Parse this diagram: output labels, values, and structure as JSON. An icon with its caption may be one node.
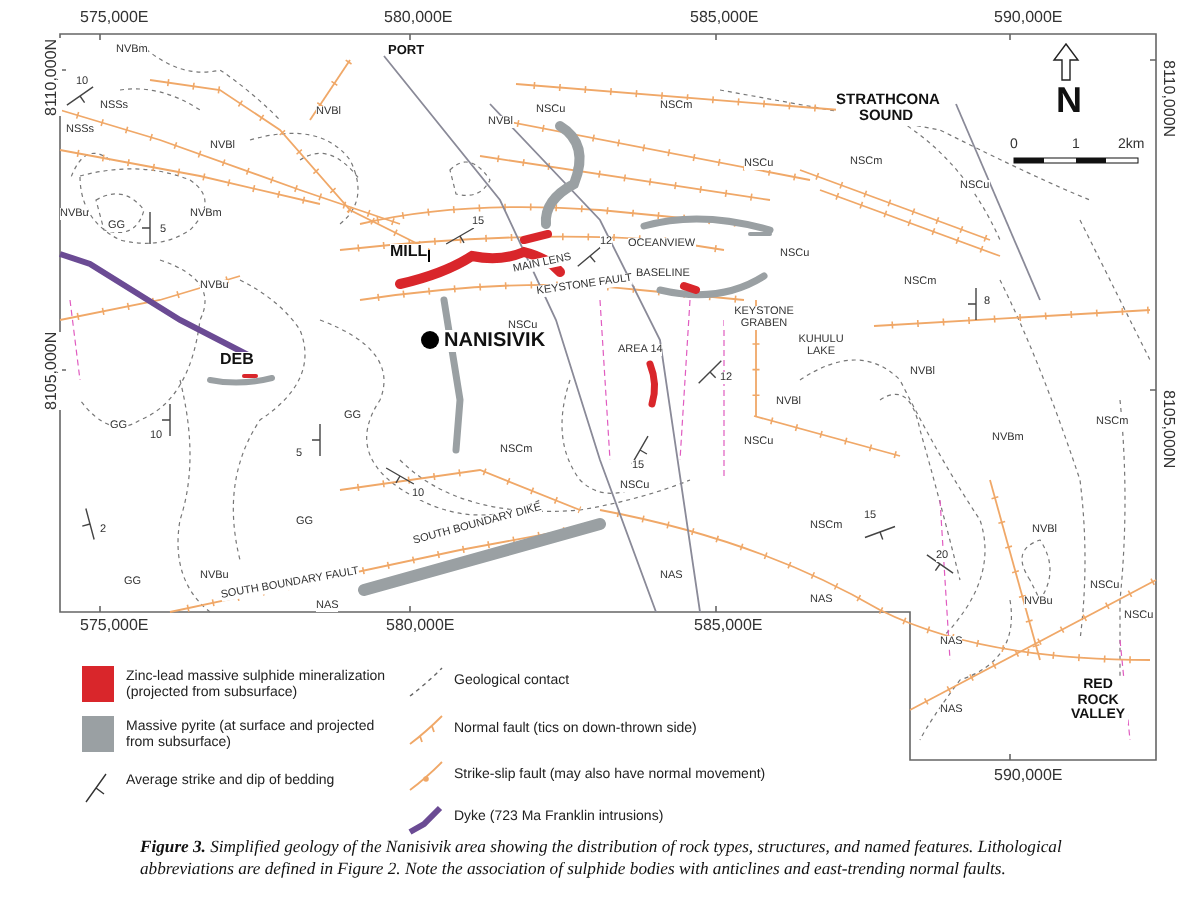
{
  "diagram": {
    "caption": "**Figure 3.** Simplified geology of the Nanisivik area showing the distribution of rock types, structures, and named features. Lithological abbreviations are defined in Figure 2. Note the association of sulphide bodies with anticlines and east-trending normal faults.",
    "labels": [
      "575,000E",
      "580,000E",
      "585,000E",
      "590,000E",
      "8110,000N",
      "8110,000N",
      "8105,000N",
      "8105,000N",
      "575,000E",
      "580,000E",
      "585,000E",
      "590,000E",
      "PORT",
      "STRATHCONA SOUND",
      "N",
      "0",
      "1",
      "2km",
      "MILL",
      "NANISIVIK",
      "DEB",
      "MAIN LENS",
      "KEYSTONE FAULT",
      "OCEANVIEW",
      "BASELINE",
      "KEYSTONE GRABEN",
      "KUHULU LAKE",
      "AREA 14",
      "SOUTH BOUNDARY DIKE",
      "SOUTH BOUNDARY FAULT",
      "RED ROCK VALLEY",
      "NVBm",
      "NSSs",
      "NSSs",
      "NVBl",
      "NVBu",
      "GG",
      "NVBm",
      "NVBl",
      "NVBl",
      "NSCu",
      "NSCm",
      "NSCu",
      "NSCm",
      "NSCu",
      "NSCu",
      "NSCm",
      "NVBl",
      "NVBl",
      "NSCu",
      "NSCu",
      "NSCm",
      "NVBl",
      "NSCm",
      "NVBm",
      "GG",
      "GG",
      "GG",
      "GG",
      "NVBu",
      "NAS",
      "NAS",
      "NAS",
      "NAS",
      "NAS",
      "NSCu",
      "NSCu",
      "NVBu",
      "NSCm",
      "NVBu",
      "NSCu",
      "10",
      "5",
      "10",
      "5",
      "2",
      "10",
      "15",
      "12",
      "15",
      "12",
      "15",
      "20",
      "8"
    ],
    "legend": [
      {
        "text": "Zinc-lead massive sulphide mineralization (projected from subsurface)",
        "color": "#d9262b"
      },
      {
        "text": "Massive pyrite (at surface and projected from subsurface)",
        "color": "#9aa0a3"
      },
      {
        "text": "Average strike and dip of bedding"
      },
      {
        "text": "Geological contact"
      },
      {
        "text": "Normal fault (tics on down-thrown side)"
      },
      {
        "text": "Strike-slip fault (may also have normal movement)"
      },
      {
        "text": "Dyke (723 Ma Franklin intrusions)"
      }
    ]
  }
}
